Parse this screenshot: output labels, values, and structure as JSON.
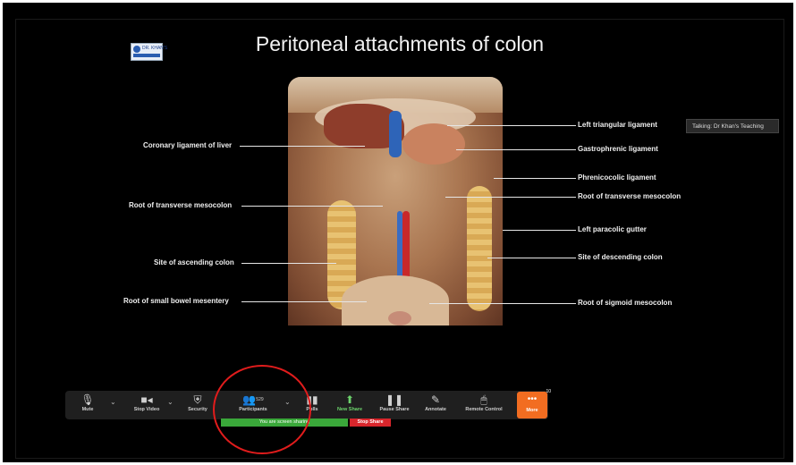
{
  "slide": {
    "title": "Peritoneal attachments of colon"
  },
  "labels_left": [
    {
      "text": "Coronary ligament of liver"
    },
    {
      "text": "Root of transverse mesocolon"
    },
    {
      "text": "Site of ascending colon"
    },
    {
      "text": "Root of small bowel mesentery"
    }
  ],
  "labels_right": [
    {
      "text": "Left triangular ligament"
    },
    {
      "text": "Gastrophrenic ligament"
    },
    {
      "text": "Phrenicocolic ligament"
    },
    {
      "text": "Root of transverse mesocolon"
    },
    {
      "text": "Left paracolic gutter"
    },
    {
      "text": "Site of descending colon"
    },
    {
      "text": "Root of sigmoid mesocolon"
    }
  ],
  "tooltip": {
    "text": "Talking: Dr Khan's Teaching"
  },
  "toolbar": {
    "mute": "Mute",
    "stop_video": "Stop Video",
    "security": "Security",
    "participants": "Participants",
    "participants_count": "529",
    "polls": "Polls",
    "new_share": "New Share",
    "pause_share": "Pause Share",
    "annotate": "Annotate",
    "remote_control": "Remote Control",
    "more": "More",
    "more_badge": "10"
  },
  "share_bar": {
    "status": "You are screen sharing",
    "stop": "Stop Share"
  },
  "colors": {
    "accent_orange": "#f26d21",
    "share_green": "#3aa83a",
    "stop_red": "#d9262c",
    "annotation_circle": "#e01c1c"
  }
}
